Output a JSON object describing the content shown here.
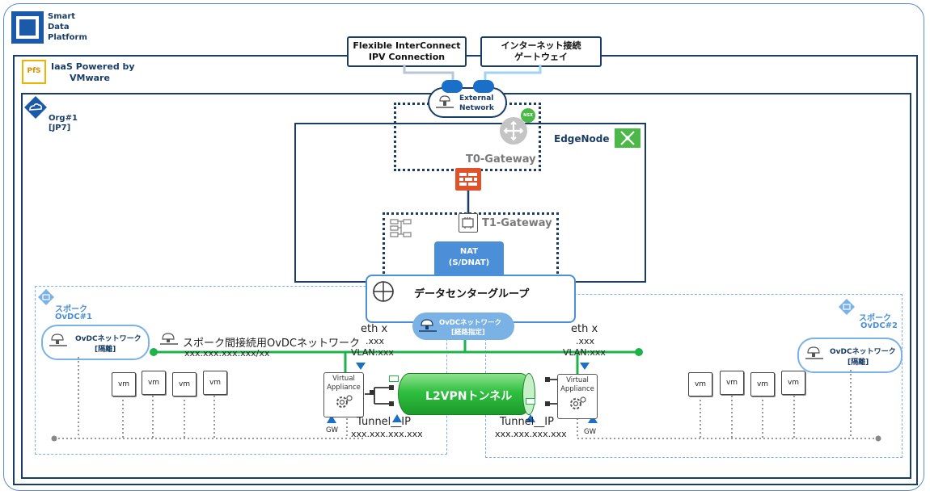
{
  "brand": {
    "line1": "Smart",
    "line2": "Data",
    "line3": "Platform"
  },
  "iaas": {
    "badge": "PfS",
    "line1": "IaaS Powered by",
    "line2": "VMware"
  },
  "org": {
    "line1": "Org#1",
    "line2": "[JP7]"
  },
  "top_labels": {
    "fic_line1": "Flexible InterConnect",
    "fic_line2": "IPV Connection",
    "inet_line1": "インターネット接続",
    "inet_line2": "ゲートウェイ"
  },
  "external_network": {
    "line1": "External",
    "line2": "Network"
  },
  "nsx_badge": "NSX",
  "edge_node": "EdgeNode",
  "t0_gateway": "T0-Gateway",
  "t1_gateway": "T1-Gateway",
  "nat": {
    "line1": "NAT",
    "line2": "(S/DNAT)"
  },
  "dc_group": "データセンターグループ",
  "ovdc_routed": {
    "line1": "OvDCネットワーク",
    "line2": "[経路指定]"
  },
  "spoke1": {
    "line1": "スポーク",
    "line2": "OvDC#1"
  },
  "spoke2": {
    "line1": "スポーク",
    "line2": "OvDC#2"
  },
  "ovdc_isolated": {
    "line1": "OvDCネットワーク",
    "line2": "[隔離]"
  },
  "spoke_link": {
    "title": "スポーク間接続用OvDCネットワーク",
    "addr": "xxx.xxx.xxx.xxx/xx"
  },
  "eth_left": {
    "l1": "eth x",
    "l2": ".xxx",
    "l3": "VLAN:xxx"
  },
  "eth_right": {
    "l1": "eth x",
    "l2": ".xxx",
    "l3": "VLAN:xxx"
  },
  "virtual_appliance": {
    "line1": "Virtual",
    "line2": "Appliance"
  },
  "vm_label": "vm",
  "gw_label": "GW",
  "tunnel_left": {
    "title": "Tunnel__IP",
    "addr": "xxx.xxx.xxx.xxx"
  },
  "tunnel_right": {
    "title": "Tunnel__IP",
    "addr": "xxx.xxx.xxx.xxx"
  },
  "l2vpn": "L2VPNトンネル",
  "colors": {
    "navy": "#1a3d66",
    "green": "#1db34a",
    "light_blue": "#7ab2e6",
    "nat_blue": "#4a8fd8",
    "firewall": "#e0532a"
  }
}
